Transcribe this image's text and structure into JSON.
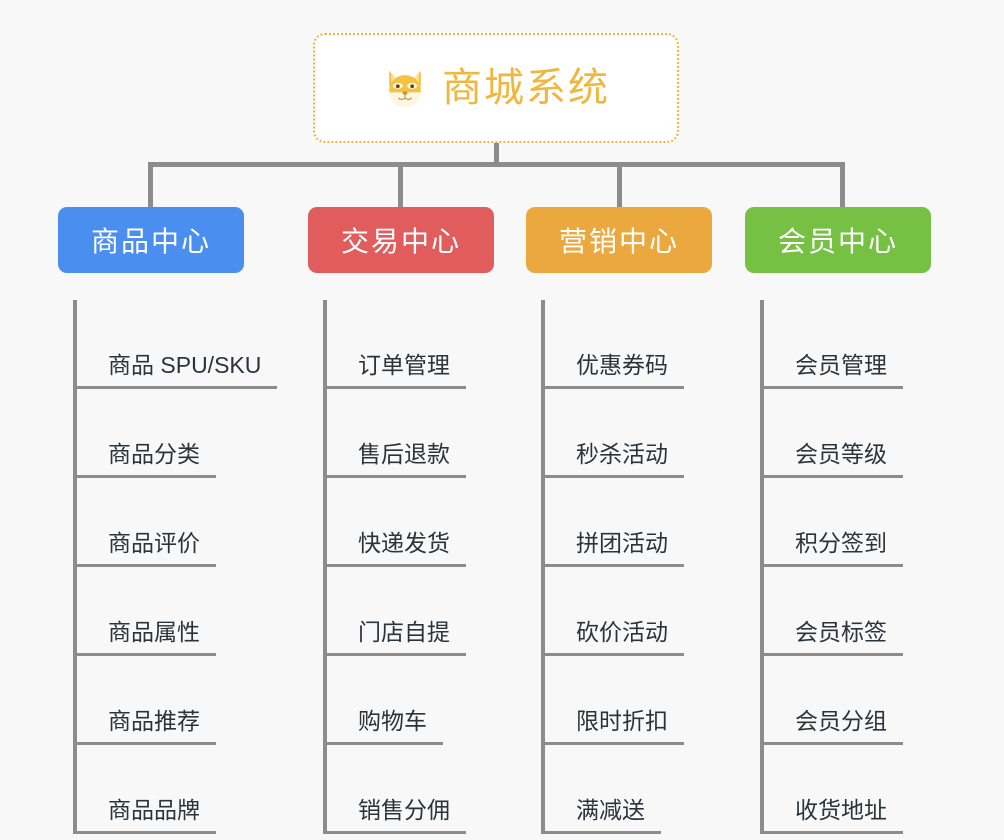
{
  "background_color": "#f8f8f8",
  "root": {
    "icon": "shiba-dog-emoji",
    "title": "商城系统",
    "text_color": "#f0b73f",
    "border_color": "#f0b43c",
    "background": "#ffffff"
  },
  "connector_color": "#8c8c8c",
  "columns": [
    {
      "id": "product-center",
      "header": "商品中心",
      "color": "#4a8ef0",
      "items": [
        "商品 SPU/SKU",
        "商品分类",
        "商品评价",
        "商品属性",
        "商品推荐",
        "商品品牌"
      ]
    },
    {
      "id": "trade-center",
      "header": "交易中心",
      "color": "#e15c5c",
      "items": [
        "订单管理",
        "售后退款",
        "快递发货",
        "门店自提",
        "购物车",
        "销售分佣"
      ]
    },
    {
      "id": "marketing-center",
      "header": "营销中心",
      "color": "#eaa83f",
      "items": [
        "优惠券码",
        "秒杀活动",
        "拼团活动",
        "砍价活动",
        "限时折扣",
        "满减送"
      ]
    },
    {
      "id": "member-center",
      "header": "会员中心",
      "color": "#76c043",
      "items": [
        "会员管理",
        "会员等级",
        "积分签到",
        "会员标签",
        "会员分组",
        "收货地址"
      ]
    }
  ]
}
